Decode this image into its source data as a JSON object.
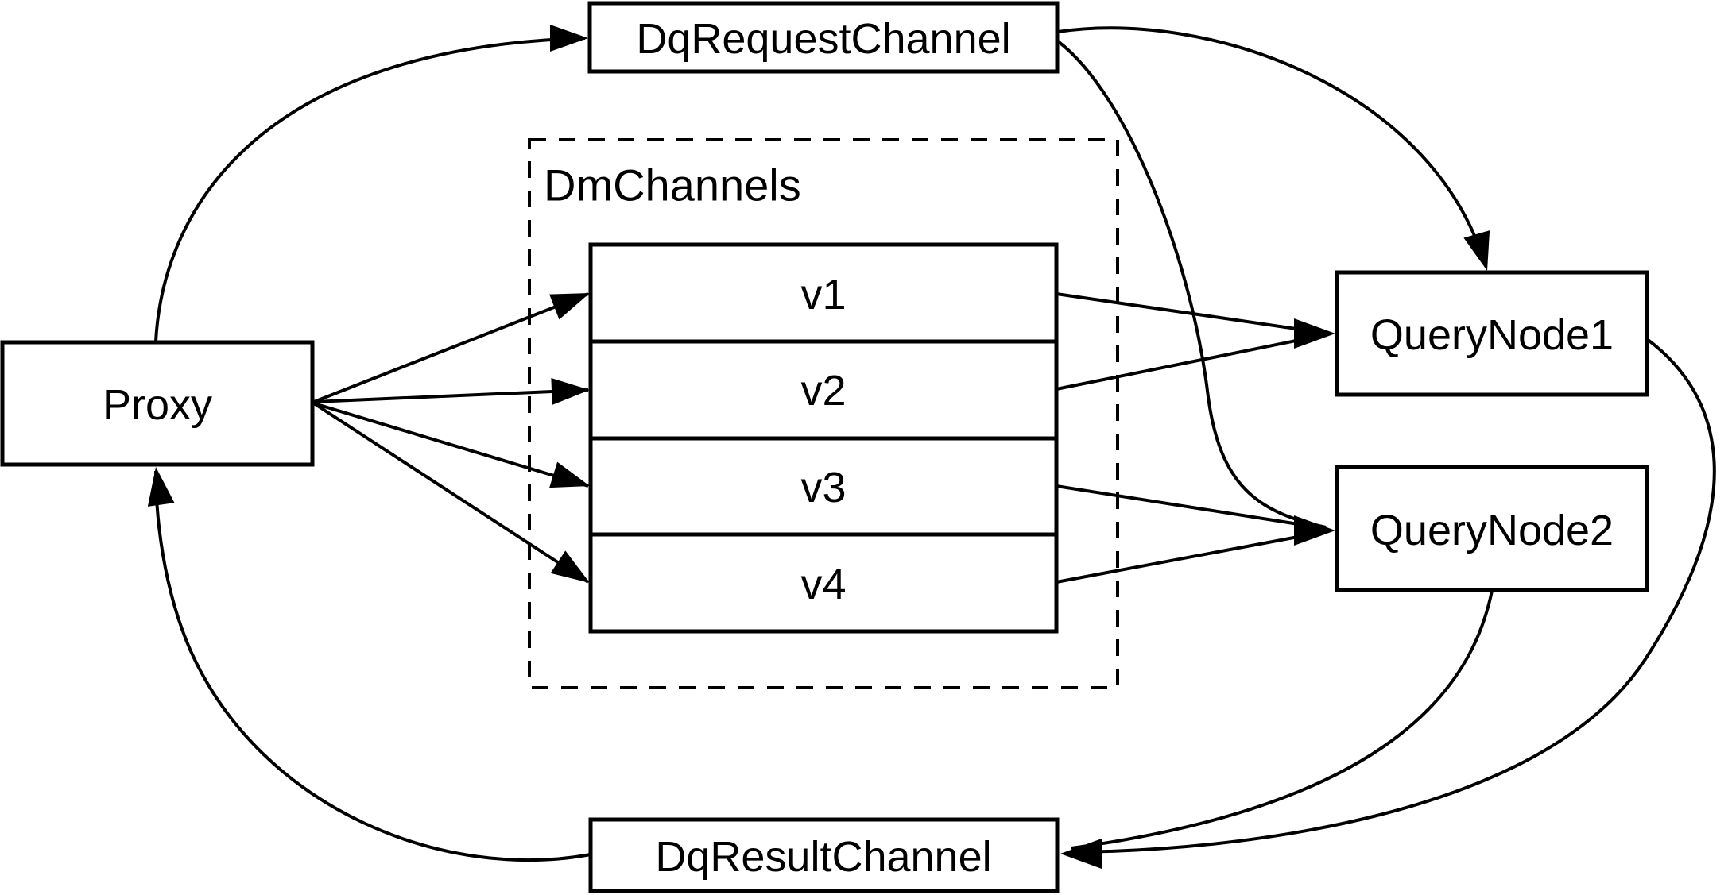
{
  "diagram": {
    "background_color": "#ffffff",
    "stroke_color": "#000000",
    "node_fill_color": "#ffffff",
    "nodes": {
      "proxy": {
        "label": "Proxy"
      },
      "dq_request_channel": {
        "label": "DqRequestChannel"
      },
      "dm_channels": {
        "label": "DmChannels",
        "channels": [
          {
            "label": "v1"
          },
          {
            "label": "v2"
          },
          {
            "label": "v3"
          },
          {
            "label": "v4"
          }
        ]
      },
      "query_node_1": {
        "label": "QueryNode1"
      },
      "query_node_2": {
        "label": "QueryNode2"
      },
      "dq_result_channel": {
        "label": "DqResultChannel"
      }
    },
    "edges": [
      {
        "from": "proxy",
        "to": "dq_request_channel"
      },
      {
        "from": "proxy",
        "to": "v1"
      },
      {
        "from": "proxy",
        "to": "v2"
      },
      {
        "from": "proxy",
        "to": "v3"
      },
      {
        "from": "proxy",
        "to": "v4"
      },
      {
        "from": "v1",
        "to": "query_node_1"
      },
      {
        "from": "v2",
        "to": "query_node_1"
      },
      {
        "from": "v3",
        "to": "query_node_2"
      },
      {
        "from": "v4",
        "to": "query_node_2"
      },
      {
        "from": "dq_request_channel",
        "to": "query_node_1"
      },
      {
        "from": "dq_request_channel",
        "to": "query_node_2"
      },
      {
        "from": "query_node_1",
        "to": "dq_result_channel"
      },
      {
        "from": "query_node_2",
        "to": "dq_result_channel"
      },
      {
        "from": "dq_result_channel",
        "to": "proxy"
      }
    ]
  }
}
